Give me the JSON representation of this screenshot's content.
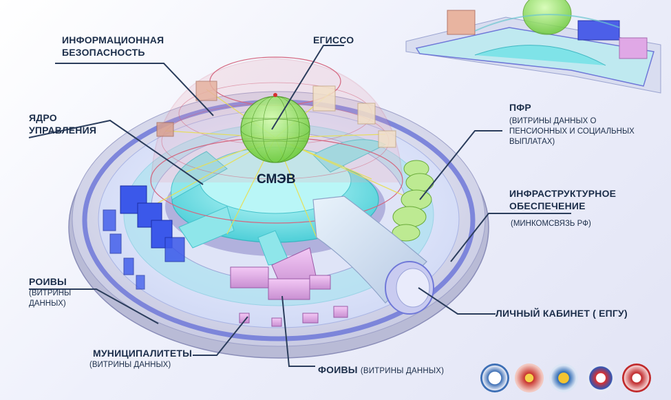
{
  "labels": {
    "info_security": [
      "ИНФОРМАЦИОННАЯ",
      "БЕЗОПАСНОСТЬ"
    ],
    "egisso": "ЕГИССО",
    "core": [
      "ЯДРО",
      "УПРАВЛЕНИЯ"
    ],
    "pfr": "ПФР",
    "pfr_sub": [
      "(ВИТРИНЫ ДАННЫХ О",
      "ПЕНСИОННЫХ И СОЦИАЛЬНЫХ",
      "ВЫПЛАТАХ)"
    ],
    "infra": [
      "ИНФРАСТРУКТУРНОЕ",
      "ОБЕСПЕЧЕНИЕ"
    ],
    "infra_sub": "(МИНКОМСВЯЗЬ РФ)",
    "smev": "СМЭВ",
    "roivy": "РОИВЫ",
    "roivy_sub": [
      "(ВИТРИНЫ",
      "ДАННЫХ)"
    ],
    "cabinet": "ЛИЧНЫЙ КАБИНЕТ ( ЕПГУ)",
    "municipal": "МУНИЦИПАЛИТЕТЫ",
    "municipal_sub": "(ВИТРИНЫ ДАННЫХ)",
    "foivy": "ФОИВЫ",
    "foivy_sub": "(ВИТРИНЫ ДАННЫХ)"
  },
  "colors": {
    "label_text": "#1c2e4a",
    "leader_line": "#2b3d5c",
    "ring_blue": "#6f78d8",
    "cyan": "#7fe3e8",
    "sphere_green": "#8fe05a",
    "roivy_blue": "#2f4fe6",
    "foivy_pink": "#e3a8e8",
    "pfr_green": "#b9e88e"
  },
  "emblems": [
    {
      "name": "emblem-1",
      "color": "#3d6fb5"
    },
    {
      "name": "emblem-2",
      "color": "#c8342c"
    },
    {
      "name": "emblem-3",
      "color": "#2e6ab3"
    },
    {
      "name": "emblem-4",
      "color": "#d83030"
    },
    {
      "name": "emblem-5",
      "color": "#c0282a"
    }
  ]
}
